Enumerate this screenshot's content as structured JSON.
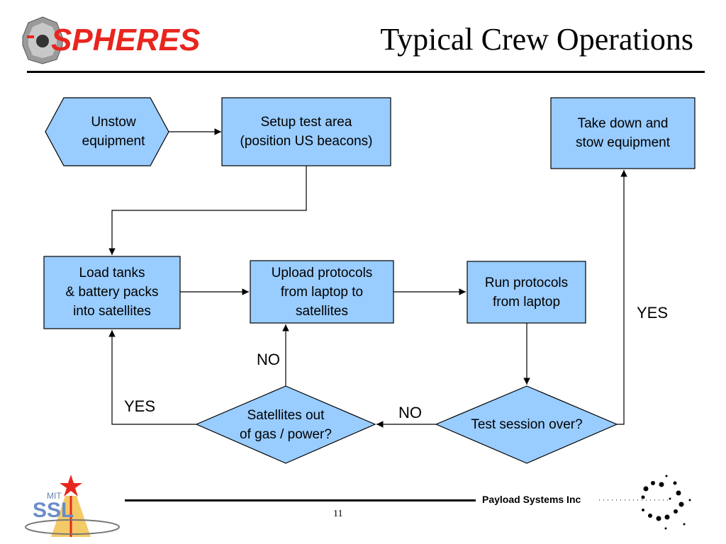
{
  "header": {
    "logo_text": "SPHERES",
    "title": "Typical Crew Operations"
  },
  "nodes": {
    "unstow": "Unstow\nequipment",
    "setup": "Setup test area\n(position US beacons)",
    "takedown": "Take down and\nstow equipment",
    "load": "Load tanks\n& battery packs\ninto satellites",
    "upload": "Upload protocols\nfrom laptop to\nsatellites",
    "run": "Run protocols\nfrom laptop",
    "satellites_out": "Satellites out\nof gas / power?",
    "session_over": "Test session over?"
  },
  "edge_labels": {
    "no_upload": "NO",
    "yes_load": "YES",
    "no_session": "NO",
    "yes_takedown": "YES"
  },
  "footer": {
    "company": "Payload Systems Inc",
    "page_number": "11",
    "lab_logo_text": "SSL",
    "lab_logo_sub": "MIT"
  },
  "colors": {
    "node_fill": "#99ccff",
    "logo_red": "#e8261e"
  }
}
